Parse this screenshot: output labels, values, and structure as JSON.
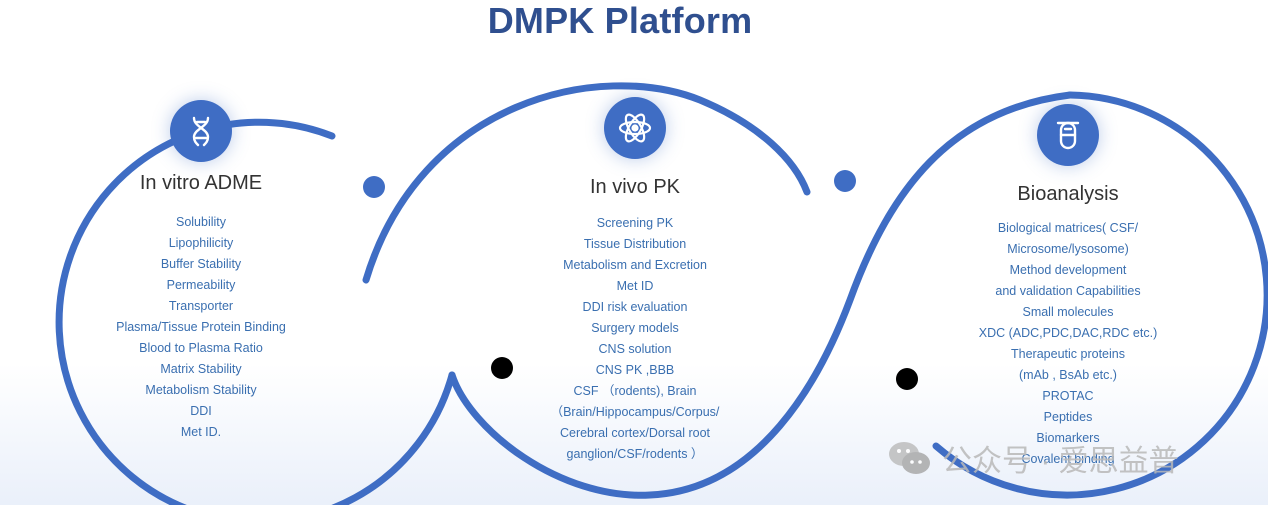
{
  "title": "DMPK Platform",
  "sections": [
    {
      "title": "In vitro ADME",
      "icon": "dna-icon",
      "items": [
        "Solubility",
        "Lipophilicity",
        "Buffer Stability",
        "Permeability",
        "Transporter",
        "Plasma/Tissue Protein Binding",
        "Blood to Plasma Ratio",
        "Matrix Stability",
        "Metabolism Stability",
        "DDI",
        "Met ID."
      ]
    },
    {
      "title": "In vivo PK",
      "icon": "atom-icon",
      "items": [
        "Screening PK",
        "Tissue Distribution",
        "Metabolism and Excretion",
        "Met ID",
        "DDI risk evaluation",
        "Surgery models",
        "CNS solution",
        "CNS PK ,BBB",
        "CSF （rodents), Brain",
        "（Brain/Hippocampus/Corpus/",
        "Cerebral cortex/Dorsal root",
        "ganglion/CSF/rodents ）"
      ]
    },
    {
      "title": "Bioanalysis",
      "icon": "test-tube-icon",
      "items": [
        "Biological matrices( CSF/",
        "Microsome/lysosome)",
        "Method development",
        "and validation Capabilities",
        "Small molecules",
        "XDC (ADC,PDC,DAC,RDC etc.)",
        "Therapeutic proteins",
        "(mAb , BsAb etc.)",
        "PROTAC",
        "Peptides",
        "Biomarkers",
        "Covalent binding"
      ]
    }
  ],
  "watermark": "公众号 · 爱思益普",
  "colors": {
    "accent": "#3f6dc4",
    "title": "#2f4f8f",
    "item_text": "#3a6fb0"
  }
}
